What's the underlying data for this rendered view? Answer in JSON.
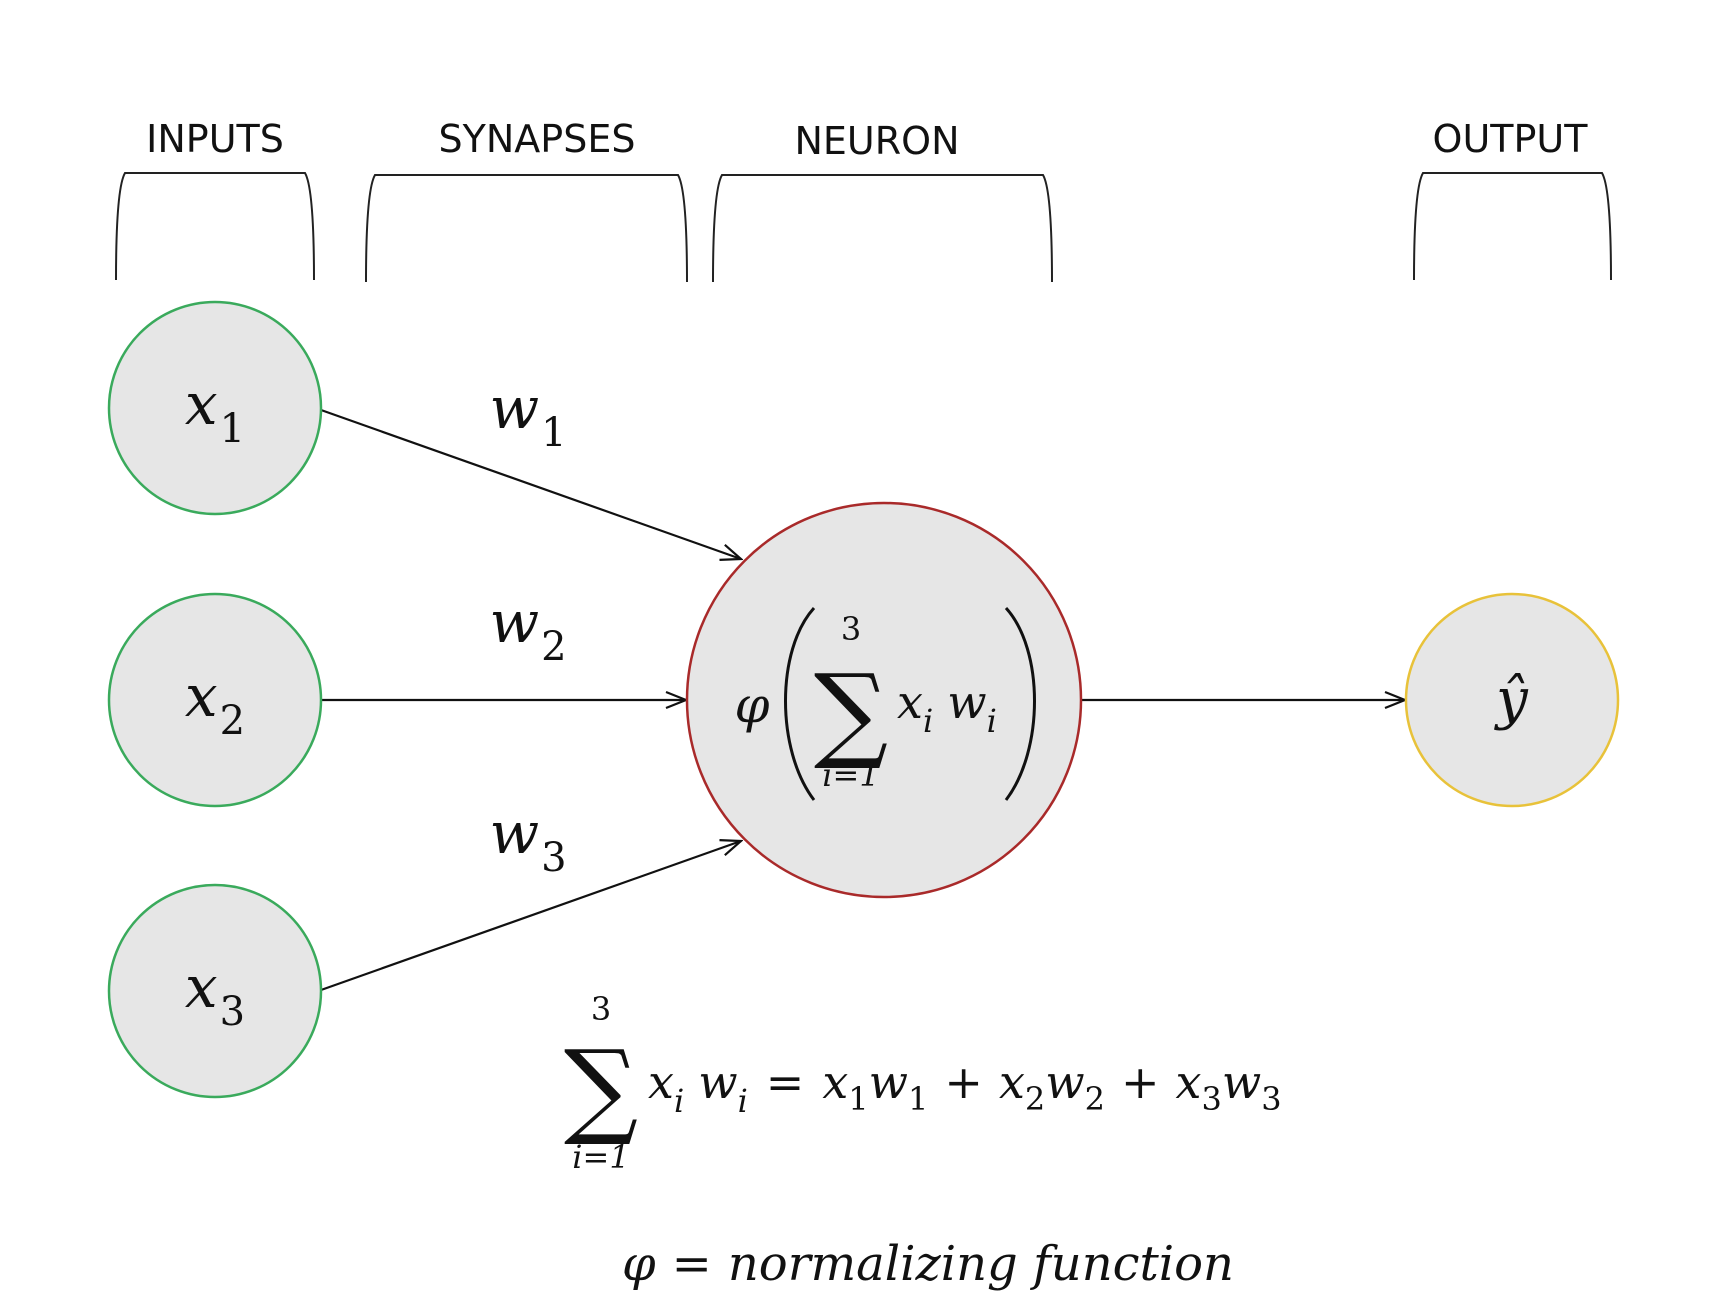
{
  "headers": {
    "inputs": "INPUTS",
    "synapses": "SYNAPSES",
    "neuron": "NEURON",
    "output": "OUTPUT"
  },
  "inputs": [
    {
      "var": "x",
      "sub": "1"
    },
    {
      "var": "x",
      "sub": "2"
    },
    {
      "var": "x",
      "sub": "3"
    }
  ],
  "weights": [
    {
      "var": "w",
      "sub": "1"
    },
    {
      "var": "w",
      "sub": "2"
    },
    {
      "var": "w",
      "sub": "3"
    }
  ],
  "neuron": {
    "phi": "φ",
    "sigma": "∑",
    "upper": "3",
    "lower": "i=1",
    "x": "x",
    "i1": "i",
    "w": "w",
    "i2": "i"
  },
  "output": {
    "symbol": "ŷ"
  },
  "equation": {
    "sigma": "∑",
    "upper": "3",
    "lower": "i=1",
    "x": "x",
    "i1": "i",
    "w": "w",
    "i2": "i",
    "eq": "=",
    "t1x": "x",
    "t1xs": "1",
    "t1w": "w",
    "t1ws": "1",
    "plus1": "+",
    "t2x": "x",
    "t2xs": "2",
    "t2w": "w",
    "t2ws": "2",
    "plus2": "+",
    "t3x": "x",
    "t3xs": "3",
    "t3w": "w",
    "t3ws": "3"
  },
  "definition": {
    "phi": "φ",
    "eq": "=",
    "text": "normalizing function"
  },
  "colors": {
    "input_stroke": "#3aaa5c",
    "neuron_stroke": "#a92a2a",
    "output_stroke": "#e8c23a",
    "node_fill": "#e6e6e6"
  }
}
